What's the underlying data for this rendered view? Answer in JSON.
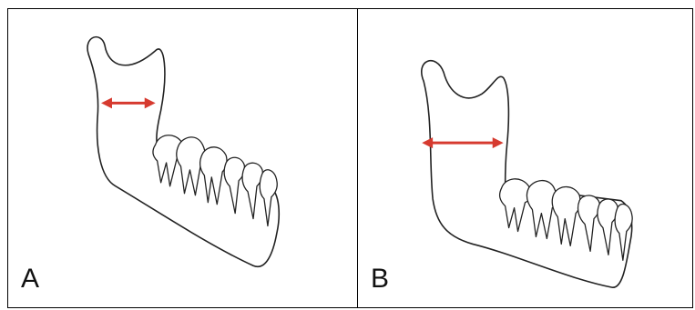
{
  "panels": [
    {
      "label": "A",
      "ramus_width": "narrow"
    },
    {
      "label": "B",
      "ramus_width": "wide"
    }
  ],
  "colors": {
    "measurement_arrow": "#d63a2f",
    "outline": "#222222",
    "border": "#000000"
  }
}
